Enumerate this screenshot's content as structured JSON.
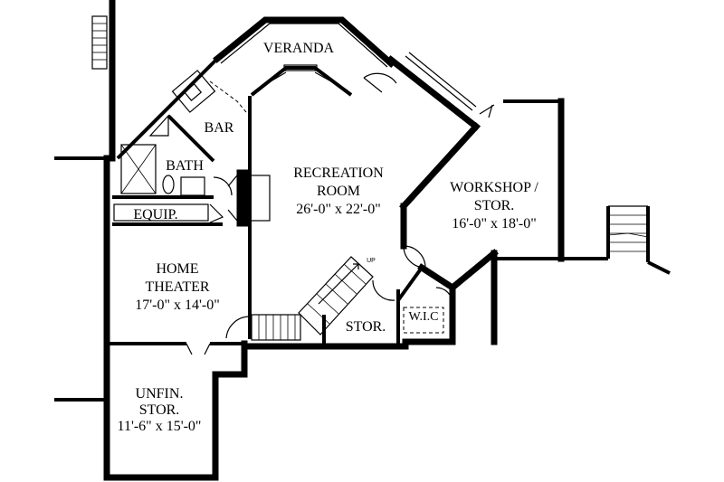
{
  "rooms": {
    "veranda": {
      "name": "VERANDA"
    },
    "bar": {
      "name": "BAR"
    },
    "bath": {
      "name": "BATH"
    },
    "equip": {
      "name": "EQUIP."
    },
    "recreation": {
      "name_line1": "RECREATION",
      "name_line2": "ROOM",
      "size": "26'-0\" x 22'-0\""
    },
    "workshop": {
      "name_line1": "WORKSHOP /",
      "name_line2": "STOR.",
      "size": "16'-0\" x 18'-0\""
    },
    "home_theater": {
      "name_line1": "HOME",
      "name_line2": "THEATER",
      "size": "17'-0\" x 14'-0\""
    },
    "stor": {
      "name": "STOR."
    },
    "wic": {
      "name": "W.I.C"
    },
    "unfin": {
      "name_line1": "UNFIN.",
      "name_line2": "STOR.",
      "size": "11'-6\" x 15'-0\""
    }
  },
  "stairs": {
    "up_label": "UP"
  }
}
